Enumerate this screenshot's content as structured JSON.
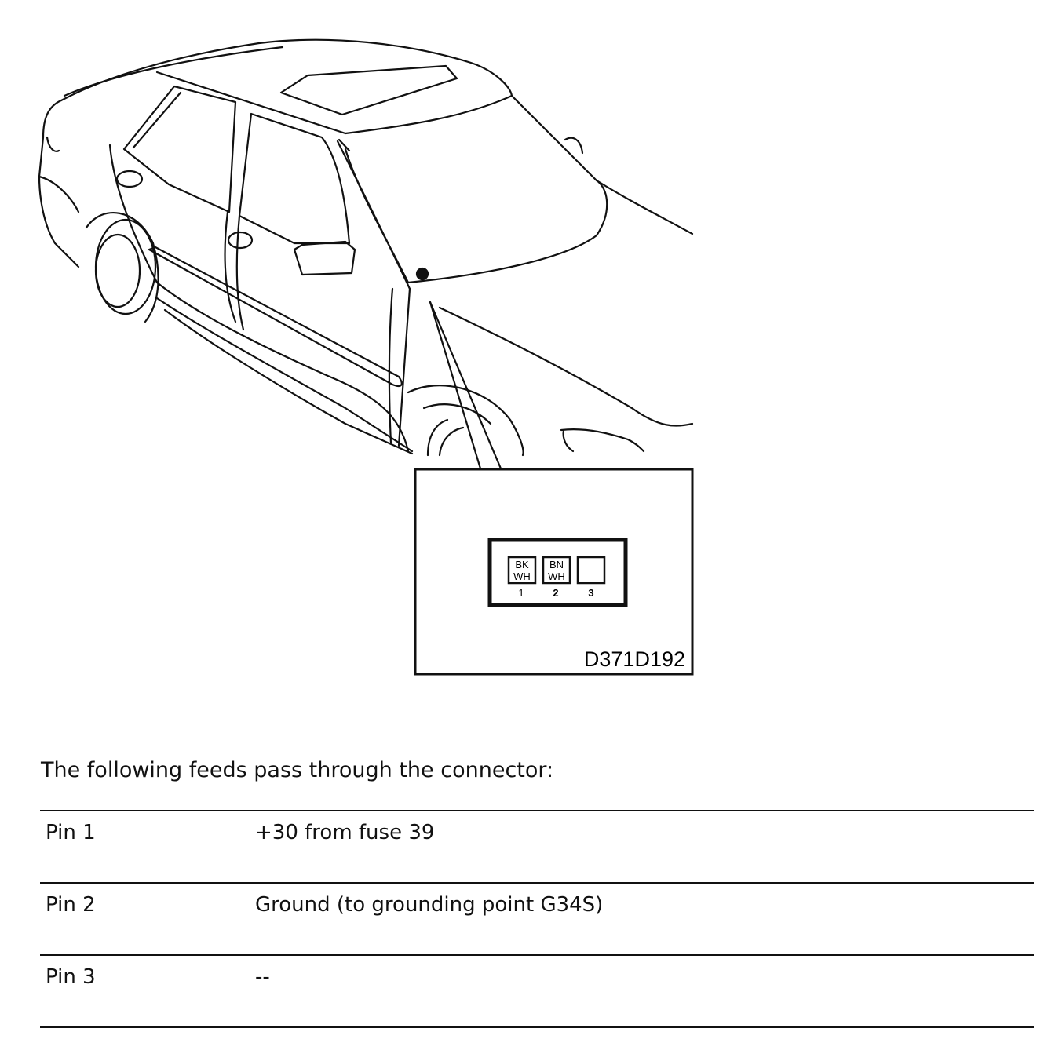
{
  "diagram": {
    "figure_id": "D371D192",
    "connector": {
      "pins": [
        {
          "number": "1",
          "wire_top": "BK",
          "wire_bottom": "WH"
        },
        {
          "number": "2",
          "wire_top": "BN",
          "wire_bottom": "WH"
        },
        {
          "number": "3",
          "wire_top": "",
          "wire_bottom": ""
        }
      ]
    }
  },
  "caption": "The following feeds pass through the connector:",
  "pin_table": [
    {
      "pin": "Pin 1",
      "description": "+30 from fuse 39"
    },
    {
      "pin": "Pin 2",
      "description": "Ground (to grounding point G34S)"
    },
    {
      "pin": "Pin 3",
      "description": "--"
    }
  ]
}
